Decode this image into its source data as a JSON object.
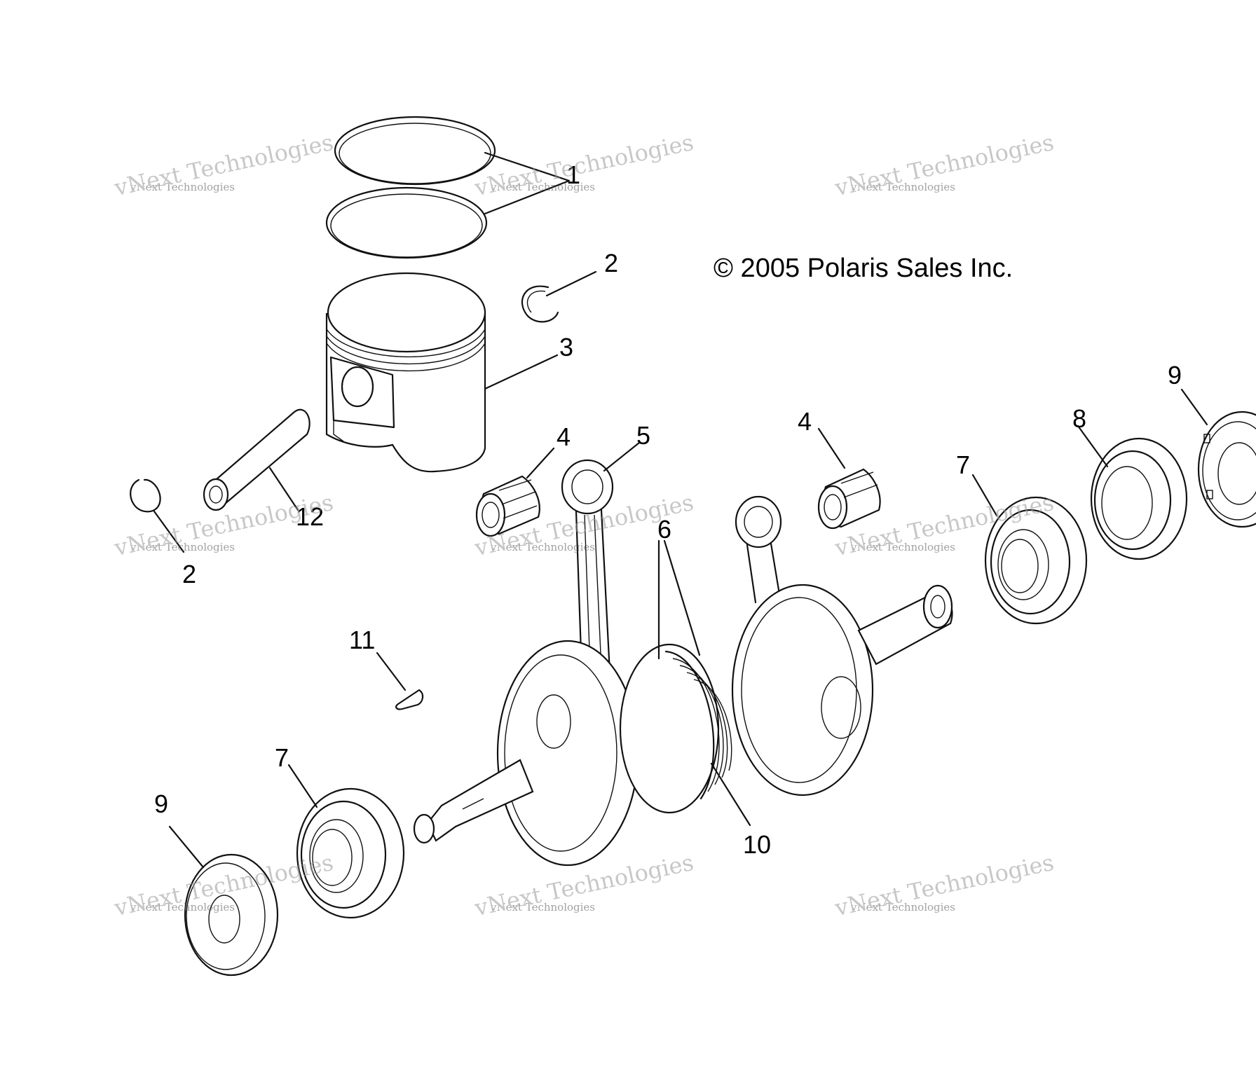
{
  "copyright": "© 2005 Polaris Sales Inc.",
  "watermark": {
    "line_big": "vNext Technologies",
    "line_small": "vNext Technologies"
  },
  "callouts": {
    "c1": "1",
    "c2a": "2",
    "c2b": "2",
    "c3": "3",
    "c4a": "4",
    "c4b": "4",
    "c5": "5",
    "c6": "6",
    "c7a": "7",
    "c7b": "7",
    "c8": "8",
    "c9a": "9",
    "c9b": "9",
    "c10": "10",
    "c11": "11",
    "c12": "12"
  },
  "colors": {
    "line": "#111111",
    "background": "#ffffff",
    "watermark": "#9a9a9a"
  }
}
